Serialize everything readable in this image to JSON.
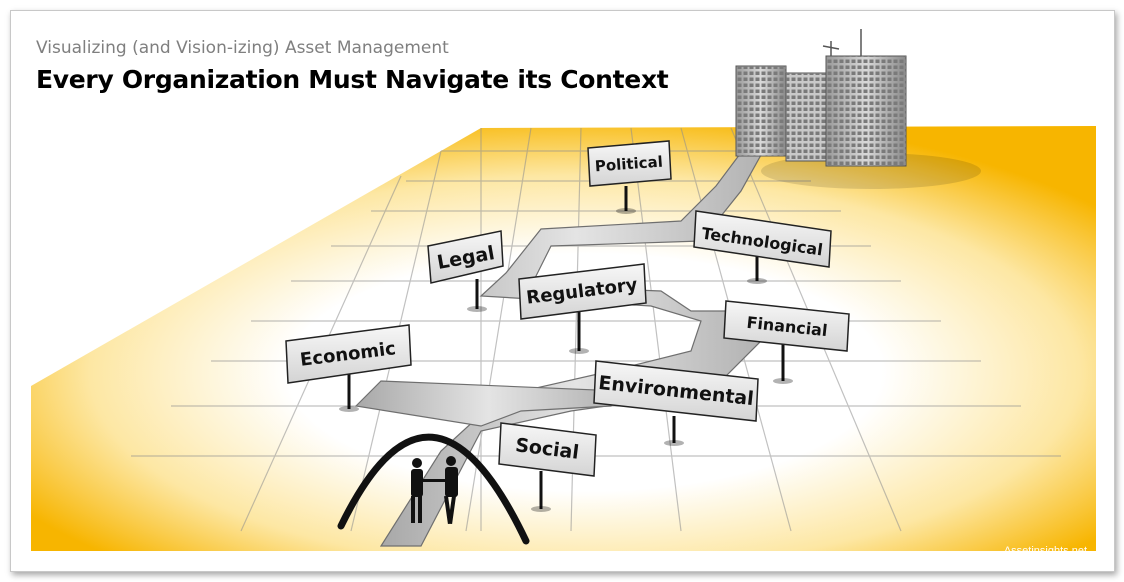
{
  "header": {
    "subtitle": "Visualizing (and Vision-izing) Asset Management",
    "title": "Every Organization Must Navigate its Context"
  },
  "signs": {
    "political": "Political",
    "legal": "Legal",
    "technological": "Technological",
    "regulatory": "Regulatory",
    "financial": "Financial",
    "economic": "Economic",
    "environmental": "Environmental",
    "social": "Social"
  },
  "footer": {
    "watermark": "Assetinsights.net"
  },
  "colors": {
    "accent_gold": "#f7b500",
    "glow_white": "#ffffff",
    "sign_face": "#e8e8e8",
    "path_gray": "#bdbdbd"
  },
  "icons": [
    "office-building-icon",
    "handshake-people-icon",
    "arch-icon"
  ]
}
